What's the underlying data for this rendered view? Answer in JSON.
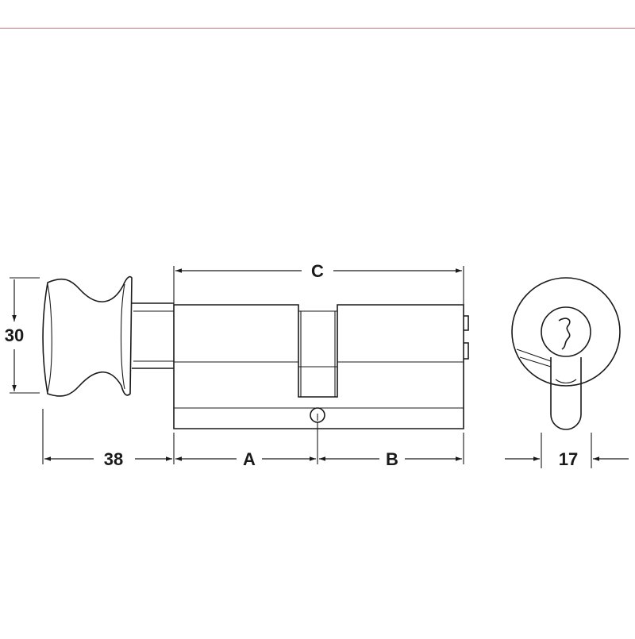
{
  "diagram": {
    "dimensions": {
      "knob_height": "30",
      "knob_length": "38",
      "overall_length": "C",
      "segment_a": "A",
      "segment_b": "B",
      "profile_width": "17"
    }
  },
  "colors": {
    "line": "#1a1a1a",
    "top_rule": "#c9787a",
    "background": "#ffffff"
  }
}
